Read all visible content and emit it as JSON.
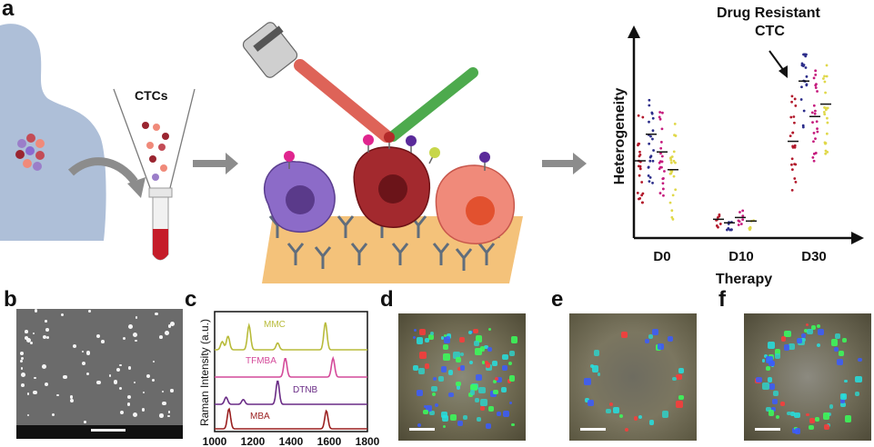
{
  "panels": {
    "a": "a",
    "b": "b",
    "c": "c",
    "d": "d",
    "e": "e",
    "f": "f"
  },
  "schematic": {
    "ctc_label": "CTCs",
    "drug_resistant_line1": "Drug Resistant",
    "drug_resistant_line2": "CTC"
  },
  "chart_data": [
    {
      "type": "scatter",
      "ylabel": "Heterogeneity",
      "xlabel": "Therapy",
      "categories": [
        "D0",
        "D10",
        "D30"
      ],
      "series": [
        {
          "color": "#b2182b",
          "medians": [
            0.4,
            0.07,
            0.51
          ]
        },
        {
          "color": "#2c2d8a",
          "medians": [
            0.55,
            0.05,
            0.85
          ]
        },
        {
          "color": "#c51b7d",
          "medians": [
            0.45,
            0.08,
            0.65
          ]
        },
        {
          "color": "#e0d84a",
          "medians": [
            0.35,
            0.06,
            0.72
          ]
        }
      ]
    },
    {
      "type": "line",
      "ylabel": "Raman Intensity (a.u.)",
      "x_ticks": [
        1000,
        1200,
        1400,
        1600,
        1800
      ],
      "xlim": [
        1000,
        1800
      ],
      "series": [
        {
          "name": "MMC",
          "color": "#b8bb3a",
          "peaks": [
            [
              1040,
              0.3
            ],
            [
              1070,
              0.5
            ],
            [
              1180,
              0.9
            ],
            [
              1330,
              0.25
            ],
            [
              1580,
              1.0
            ]
          ]
        },
        {
          "name": "TFMBA",
          "color": "#d44a9a",
          "peaks": [
            [
              1370,
              0.8
            ],
            [
              1620,
              0.8
            ]
          ]
        },
        {
          "name": "DTNB",
          "color": "#6a2c86",
          "peaks": [
            [
              1060,
              0.3
            ],
            [
              1150,
              0.2
            ],
            [
              1330,
              1.0
            ]
          ]
        },
        {
          "name": "MBA",
          "color": "#9a1f1f",
          "peaks": [
            [
              1075,
              1.0
            ],
            [
              1585,
              0.9
            ]
          ]
        }
      ]
    }
  ],
  "colors": {
    "silhouette": "#aebfd8",
    "arrow": "#8c8c8c",
    "red_beam": "#d9483b",
    "green_beam": "#3aa13a",
    "substrate": "#f4c27a",
    "antibody": "#606d7c"
  }
}
